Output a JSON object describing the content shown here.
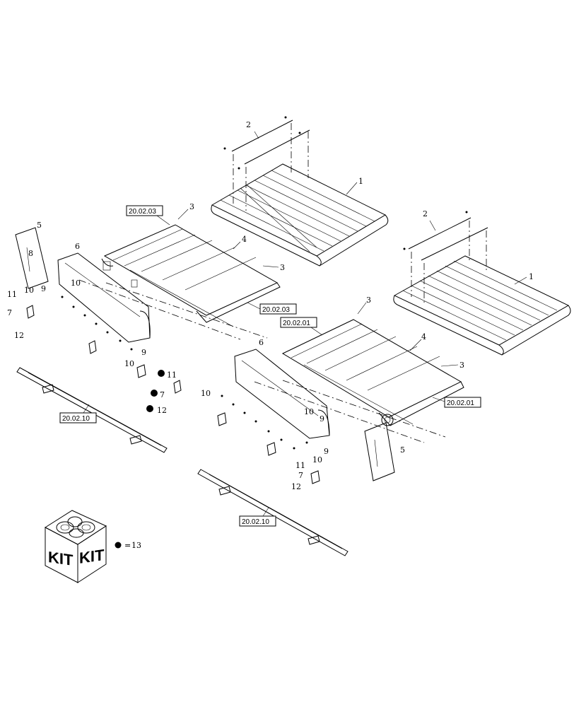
{
  "callouts": {
    "c1a": "1",
    "c1b": "1",
    "c2a": "2",
    "c2b": "2",
    "c3a": "3",
    "c3b": "3",
    "c3c": "3",
    "c3d": "3",
    "c4a": "4",
    "c4b": "4",
    "c5a": "5",
    "c5b": "5",
    "c6a": "6",
    "c6b": "6",
    "c7a": "7",
    "c7b": "7",
    "c7c": "7",
    "c8a": "8",
    "c9a": "9",
    "c9b": "9",
    "c9c": "9",
    "c9d": "9",
    "c10a": "10",
    "c10b": "10",
    "c10c": "10",
    "c10d": "10",
    "c10e": "10",
    "c10f": "10",
    "c11a": "11",
    "c11b": "11",
    "c11c": "11",
    "c12a": "12",
    "c12b": "12",
    "c12c": "12",
    "c13": "13",
    "eq": "="
  },
  "refs": {
    "r1": "20.02.03",
    "r2": "20.02.03",
    "r3": "20.02.01",
    "r4": "20.02.01",
    "r5": "20.02.10",
    "r6": "20.02.10"
  },
  "kit": {
    "label_left": "KIT",
    "label_right": "KIT"
  },
  "colors": {
    "line": "#000000",
    "background": "#ffffff"
  }
}
